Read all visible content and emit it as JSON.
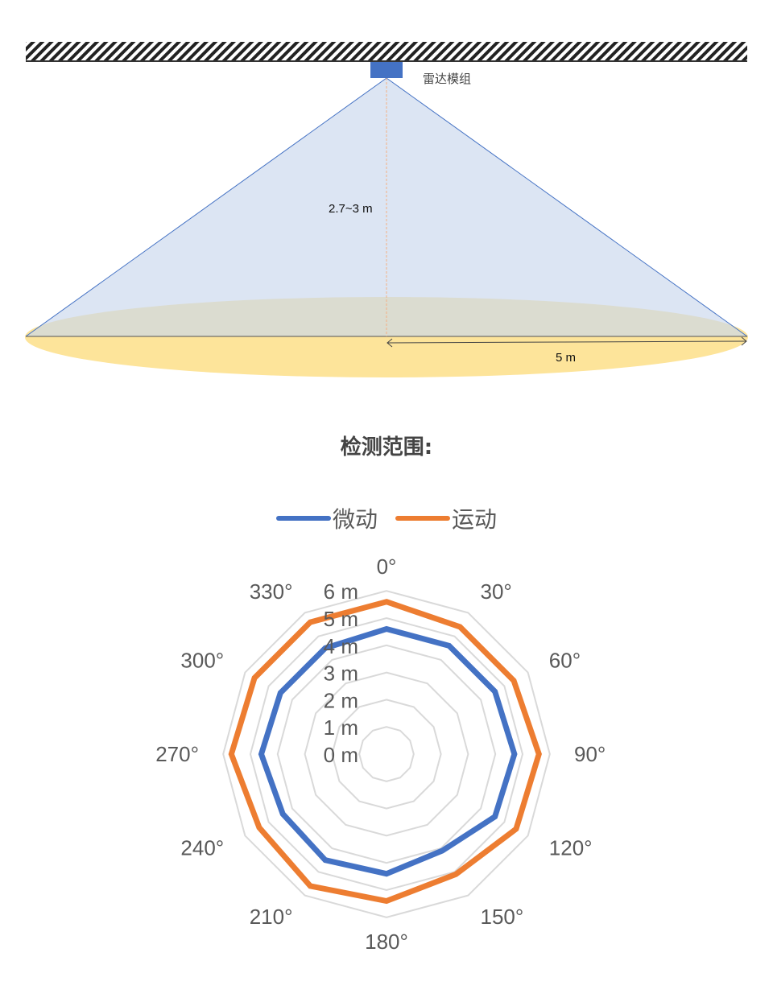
{
  "diagram": {
    "module_label": "雷达模组",
    "height_label": "2.7~3 m",
    "radius_label": "5 m",
    "colors": {
      "module": "#4472c4",
      "cone": "#dae3f0",
      "floor": "#fde49a",
      "dashed_line": "#f4b183"
    }
  },
  "section_title": "检测范围:",
  "chart_data": {
    "type": "radar",
    "categories": [
      "0°",
      "30°",
      "60°",
      "90°",
      "120°",
      "150°",
      "180°",
      "210°",
      "240°",
      "270°",
      "300°",
      "330°"
    ],
    "tick_labels": [
      "0 m",
      "1 m",
      "2 m",
      "3 m",
      "4 m",
      "5 m",
      "6 m"
    ],
    "rlim": [
      0,
      6
    ],
    "grid": true,
    "legend_position": "top",
    "series": [
      {
        "name": "微动",
        "color": "#4472c4",
        "values": [
          4.6,
          4.6,
          4.6,
          4.7,
          4.6,
          4.1,
          4.4,
          4.5,
          4.4,
          4.6,
          4.5,
          4.5
        ]
      },
      {
        "name": "运动",
        "color": "#ed7d31",
        "values": [
          5.6,
          5.4,
          5.4,
          5.6,
          5.5,
          5.1,
          5.4,
          5.6,
          5.4,
          5.7,
          5.6,
          5.6
        ]
      }
    ]
  }
}
